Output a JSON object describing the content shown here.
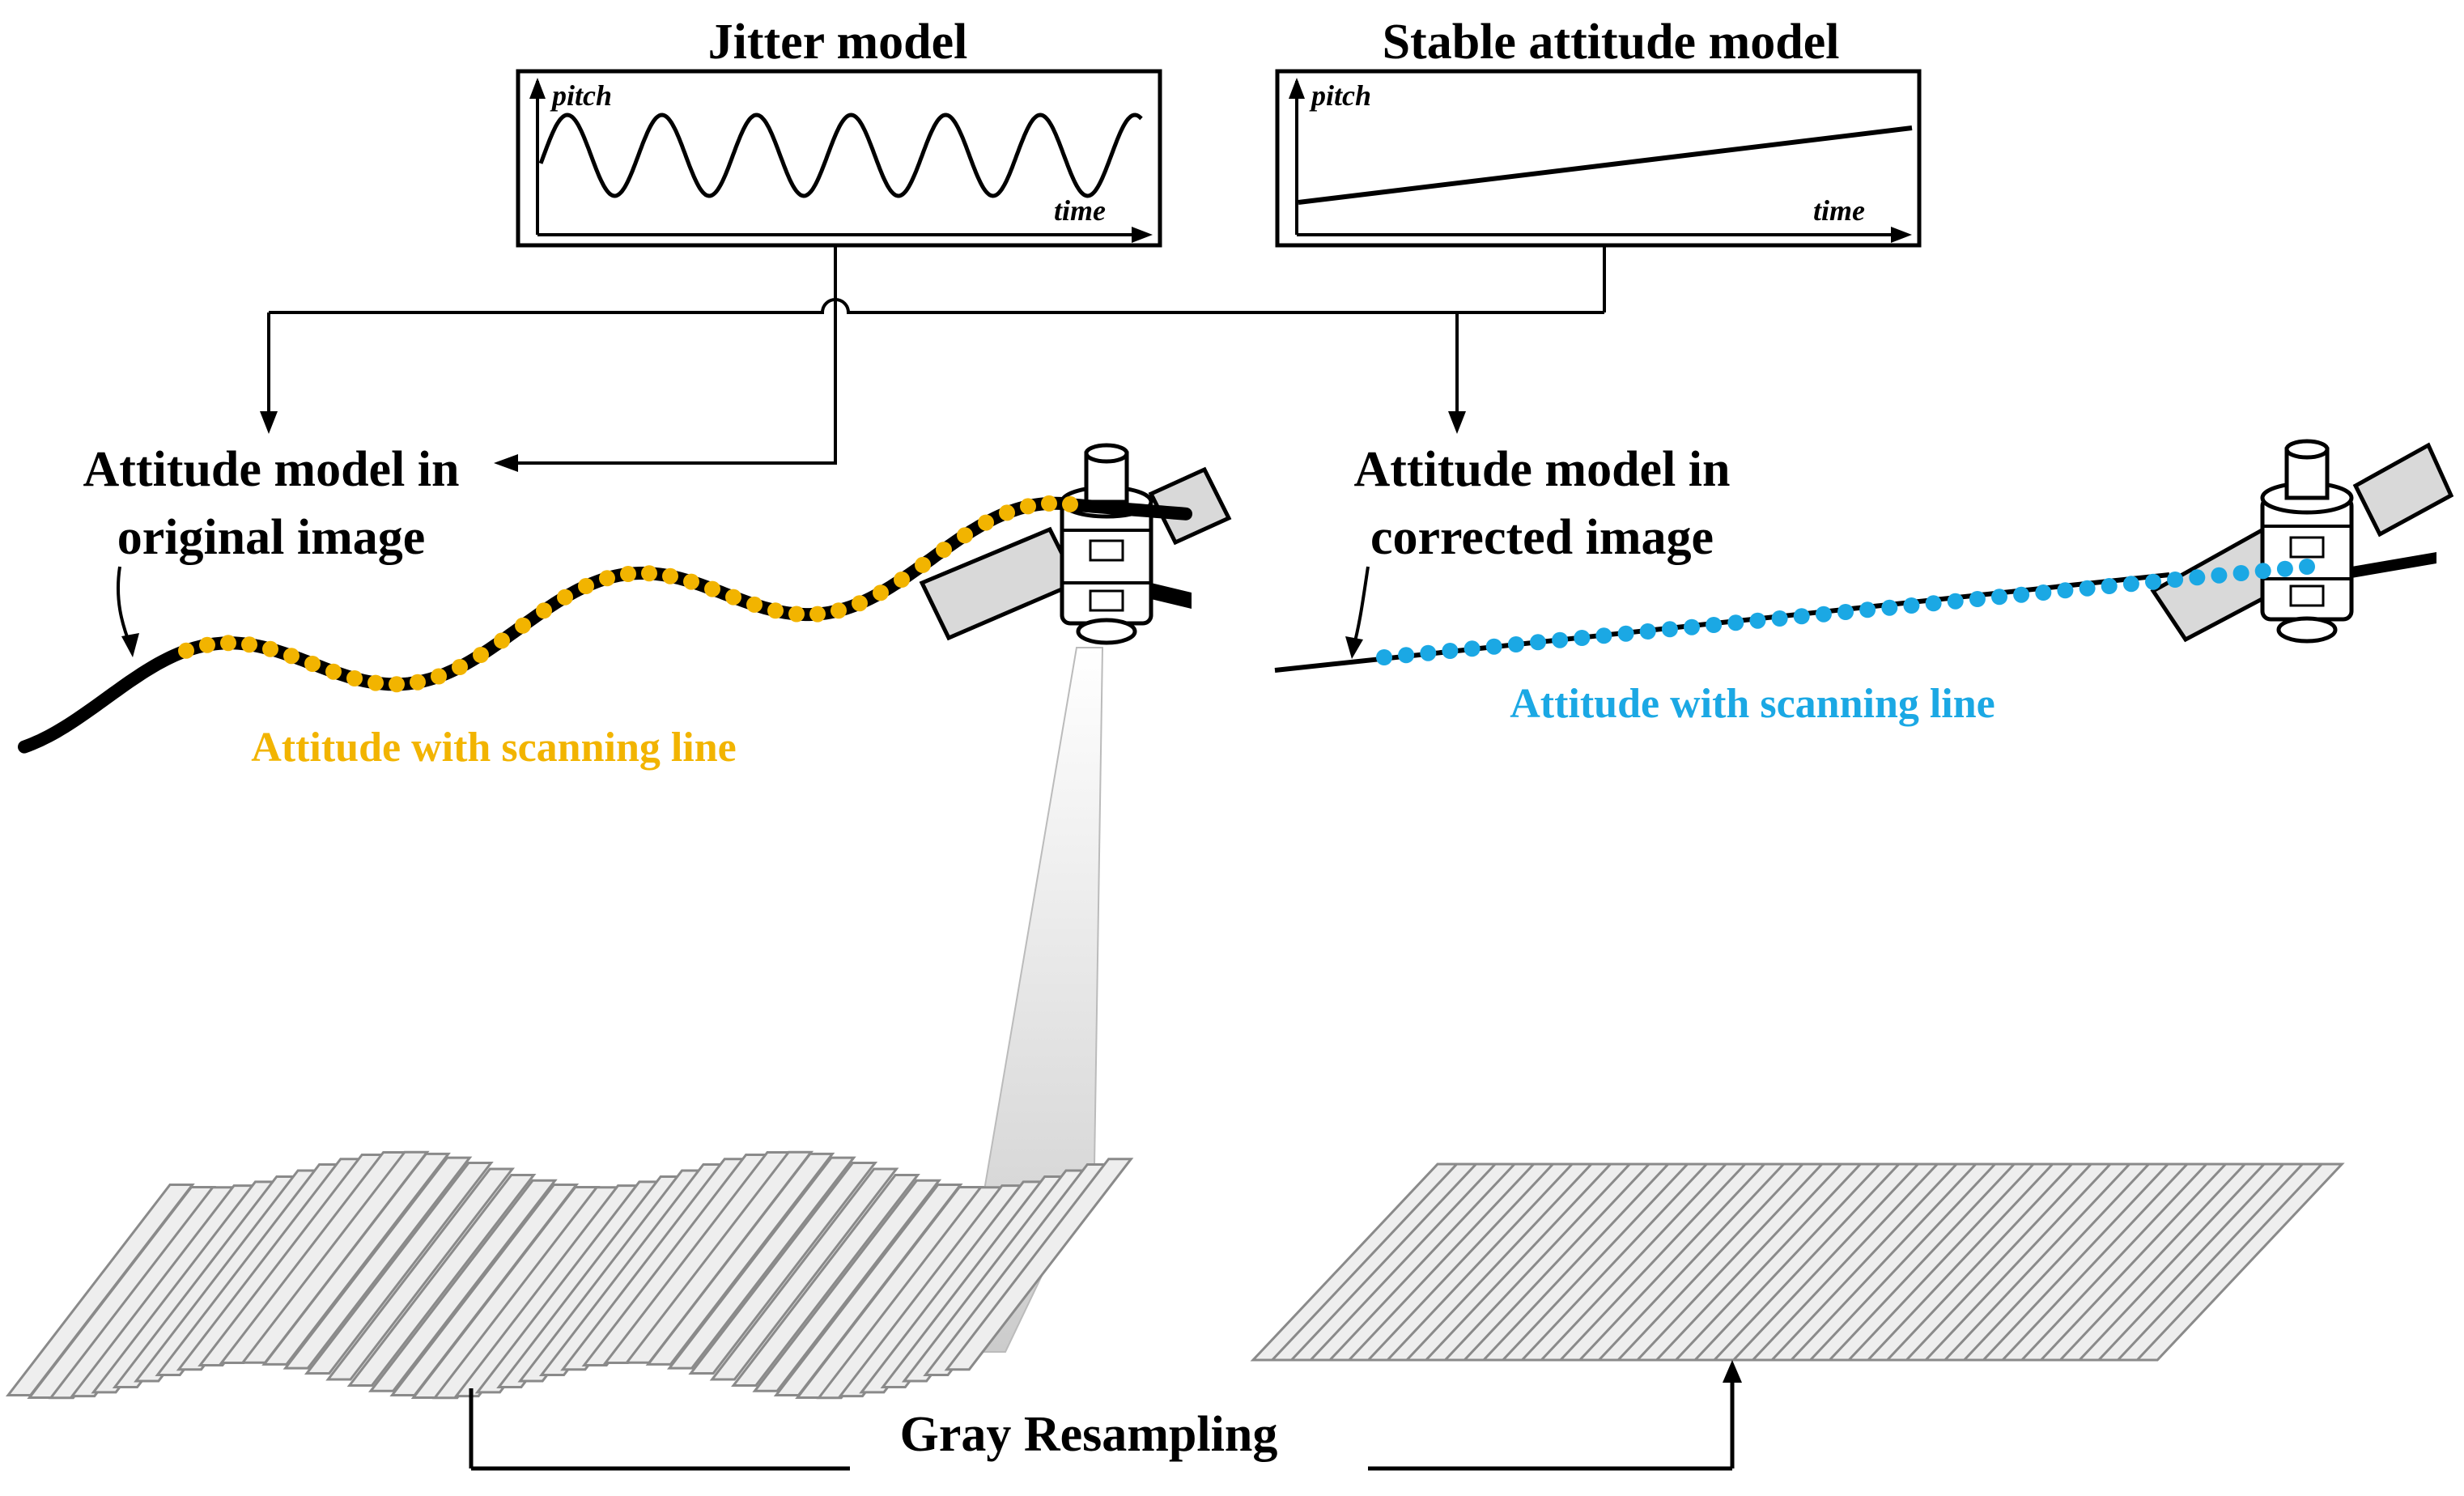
{
  "colors": {
    "orange": "#F2B400",
    "blue": "#1BA8E4",
    "strip_fill": "#EEEEEE",
    "strip_stroke": "#8A8A8A",
    "beam": "#D6D6D6"
  },
  "jitter_panel": {
    "title": "Jitter model",
    "y_axis_label": "pitch",
    "x_axis_label": "time"
  },
  "stable_panel": {
    "title": "Stable attitude model",
    "y_axis_label": "pitch",
    "x_axis_label": "time"
  },
  "left_model": {
    "label_line1": "Attitude model in",
    "label_line2": "original image",
    "scan_label": "Attitude with scanning line"
  },
  "right_model": {
    "label_line1": "Attitude model in",
    "label_line2": "corrected image",
    "scan_label": "Attitude with scanning line"
  },
  "bottom": {
    "label": "Gray Resampling"
  },
  "icons": {
    "left_satellite": "satellite-icon",
    "right_satellite": "satellite-icon"
  }
}
